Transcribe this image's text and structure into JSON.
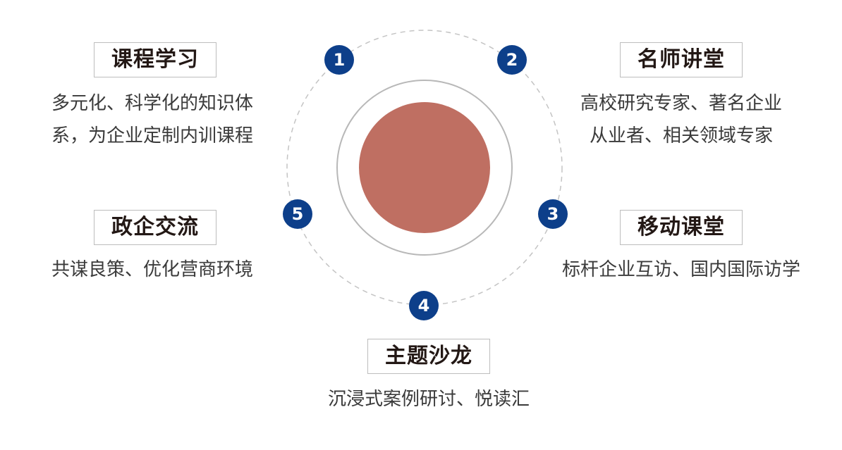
{
  "colors": {
    "badge": "#0d3f8a",
    "center_circle": "#bf6f62",
    "ring": "#b8b8b8",
    "dashed_orbit": "#c4c4c4",
    "title_text": "#231815",
    "desc_text": "#3a3a3a"
  },
  "nodes": [
    {
      "number": "1",
      "title": "课程学习",
      "desc": [
        "多元化、科学化的知识体",
        "系，为企业定制内训课程"
      ]
    },
    {
      "number": "2",
      "title": "名师讲堂",
      "desc": [
        "高校研究专家、著名企业",
        "从业者、相关领域专家"
      ]
    },
    {
      "number": "3",
      "title": "移动课堂",
      "desc": [
        "标杆企业互访、国内国际访学"
      ]
    },
    {
      "number": "4",
      "title": "主题沙龙",
      "desc": [
        "沉浸式案例研讨、悦读汇"
      ]
    },
    {
      "number": "5",
      "title": "政企交流",
      "desc": [
        "共谋良策、优化营商环境"
      ]
    }
  ]
}
